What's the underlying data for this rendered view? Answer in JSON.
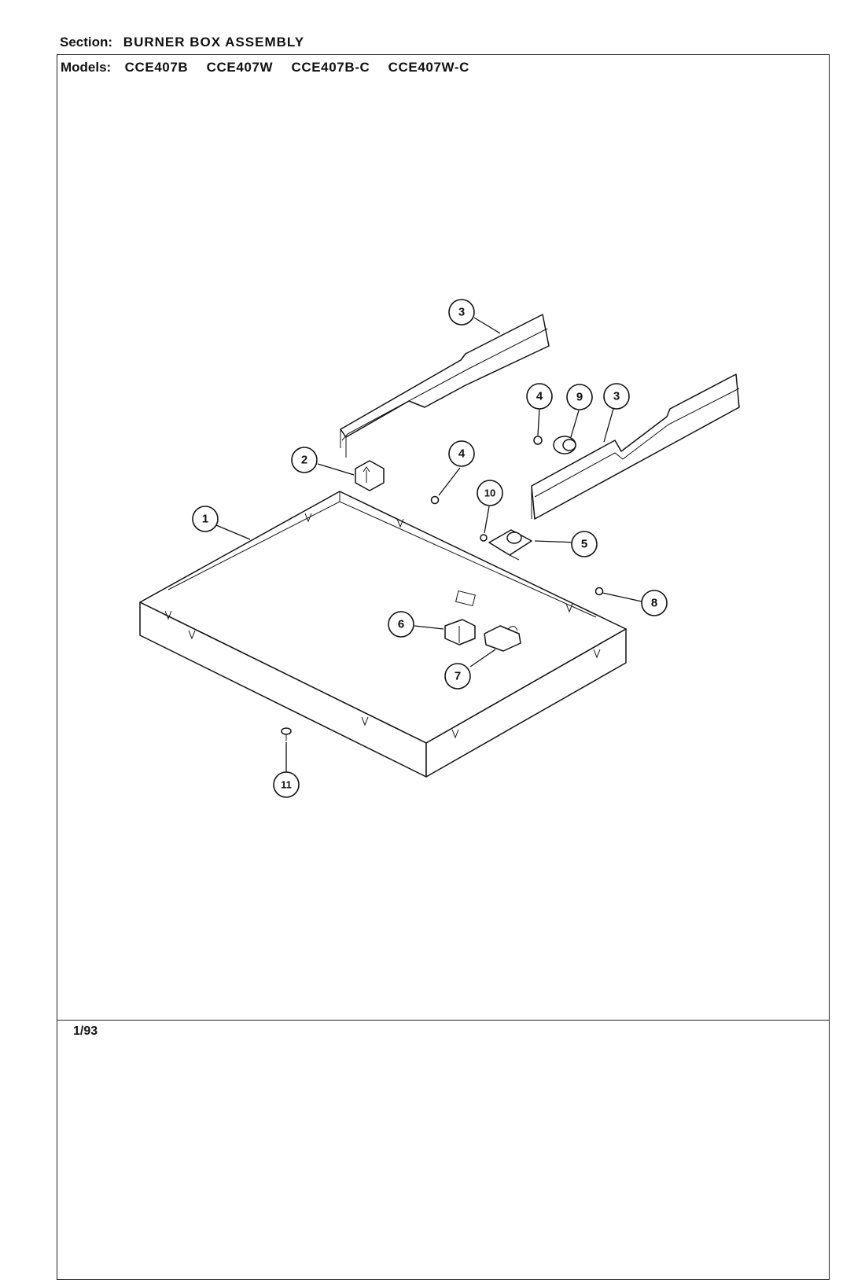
{
  "header": {
    "section_label": "Section:",
    "section_title": "BURNER BOX ASSEMBLY",
    "models_label": "Models:",
    "models": [
      "CCE407B",
      "CCE407W",
      "CCE407B-C",
      "CCE407W-C"
    ]
  },
  "footer": {
    "date": "1/93"
  },
  "callouts": [
    {
      "label": "1",
      "part": "burner-box"
    },
    {
      "label": "2",
      "part": "bracket"
    },
    {
      "label": "3",
      "part": "rail-upper-left"
    },
    {
      "label": "3",
      "part": "rail-right"
    },
    {
      "label": "4",
      "part": "screw-upper"
    },
    {
      "label": "4",
      "part": "screw-center"
    },
    {
      "label": "5",
      "part": "switch-plate"
    },
    {
      "label": "6",
      "part": "connector"
    },
    {
      "label": "7",
      "part": "terminal-block"
    },
    {
      "label": "8",
      "part": "screw-right"
    },
    {
      "label": "9",
      "part": "knob-fitting"
    },
    {
      "label": "10",
      "part": "small-screw"
    },
    {
      "label": "11",
      "part": "bottom-screw"
    }
  ]
}
